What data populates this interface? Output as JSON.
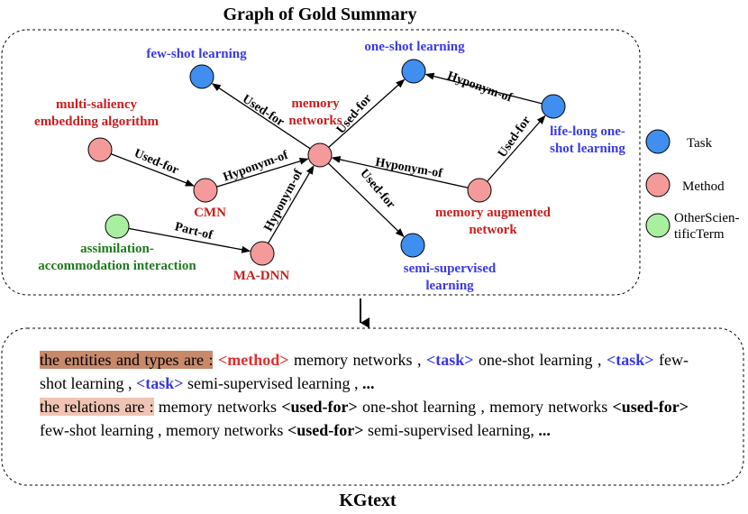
{
  "top_title": "Graph of Gold Summary",
  "bottom_title": "KGtext",
  "colors": {
    "task_fill": "#3f8ef0",
    "method_fill": "#f49a9a",
    "other_fill": "#a8f0a0",
    "task_text": "#3a3ae6",
    "method_text": "#c81e1e",
    "other_text": "#1f7a1f"
  },
  "nodes": [
    {
      "id": "memory",
      "type": "method",
      "lines": [
        "memory",
        "networks"
      ]
    },
    {
      "id": "fewshot",
      "type": "task",
      "lines": [
        "few-shot learning"
      ]
    },
    {
      "id": "oneshot",
      "type": "task",
      "lines": [
        "one-shot learning"
      ]
    },
    {
      "id": "lifelong",
      "type": "task",
      "lines": [
        "life-long one-",
        "shot learning"
      ]
    },
    {
      "id": "msea",
      "type": "method",
      "lines": [
        "multi-saliency",
        "embedding algorithm"
      ]
    },
    {
      "id": "cmn",
      "type": "method",
      "lines": [
        "CMN"
      ]
    },
    {
      "id": "aug",
      "type": "method",
      "lines": [
        "memory augmented",
        "network"
      ]
    },
    {
      "id": "assim",
      "type": "other",
      "lines": [
        "assimilation-",
        "accommodation interaction"
      ]
    },
    {
      "id": "madnn",
      "type": "method",
      "lines": [
        "MA-DNN"
      ]
    },
    {
      "id": "semi",
      "type": "task",
      "lines": [
        "semi-supervised",
        "learning"
      ]
    }
  ],
  "edges": [
    {
      "from": "memory",
      "to": "fewshot",
      "label": "Used-for"
    },
    {
      "from": "memory",
      "to": "oneshot",
      "label": "Used-for"
    },
    {
      "from": "memory",
      "to": "semi",
      "label": "Used-for"
    },
    {
      "from": "lifelong",
      "to": "oneshot",
      "label": "Hyponym-of"
    },
    {
      "from": "aug",
      "to": "lifelong",
      "label": "Used-for"
    },
    {
      "from": "aug",
      "to": "memory",
      "label": "Hyponym-of"
    },
    {
      "from": "msea",
      "to": "cmn",
      "label": "Used-for"
    },
    {
      "from": "cmn",
      "to": "memory",
      "label": "Hyponym-of"
    },
    {
      "from": "assim",
      "to": "madnn",
      "label": "Part-of"
    },
    {
      "from": "madnn",
      "to": "memory",
      "label": "Hyponym-of"
    }
  ],
  "legend": [
    {
      "type": "task",
      "lines": [
        "Task"
      ]
    },
    {
      "type": "method",
      "lines": [
        "Method"
      ]
    },
    {
      "type": "other",
      "lines": [
        "OtherScien-",
        "tificTerm"
      ]
    }
  ],
  "kgtext": {
    "p1_prefix": "the entities and types are :",
    "p1_tag1": "<method>",
    "p1_t1": " memory networks ,  ",
    "p1_tag2": "<task>",
    "p1_t2": " one-shot learning ,  ",
    "p1_tag3": "<task>",
    "p1_t3": " few-shot learning  ,  ",
    "p1_tag4": "<task>",
    "p1_t4": " semi-supervised learning ,  ",
    "p1_end": "...",
    "p2_prefix": "the relations are :",
    "p2_t1": "  memory networks ",
    "p2_rel1": "<used-for>",
    "p2_t2": " one-shot learning , memory networks ",
    "p2_rel2": "<used-for>",
    "p2_t3": " few-shot learning , memory networks ",
    "p2_rel3": "<used-for>",
    "p2_t4": " semi-supervised learning, ",
    "p2_end": "..."
  }
}
